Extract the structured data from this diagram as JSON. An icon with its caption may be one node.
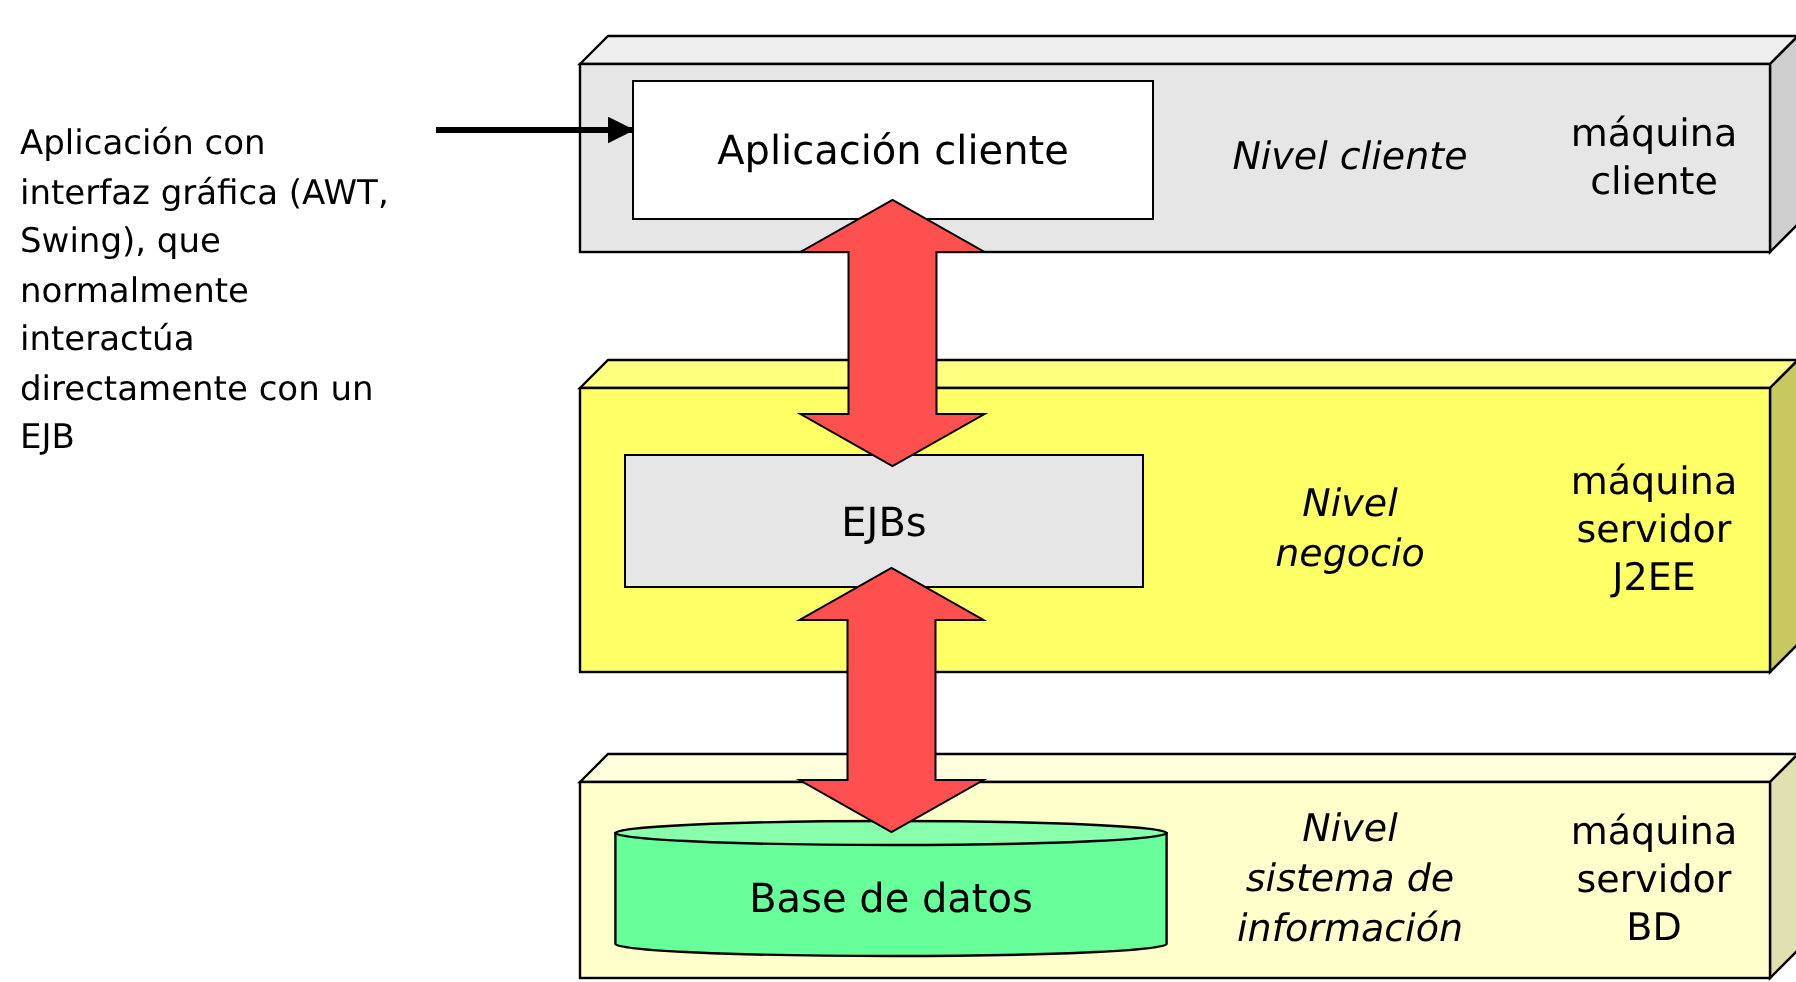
{
  "diagram": {
    "nodes": [
      {
        "text": [
          "Aplicación con interfaz gráfica (AWT, Swing), que normalmente interactúa directamente con un EJB"
        ]
      },
      {
        "text": [
          "Nivel cliente",
          "máquina cliente"
        ]
      },
      {
        "text": [
          "Aplicación cliente"
        ],
        "in": 1
      },
      {
        "text": [
          "Nivel negocio",
          "máquina servidor J2EE"
        ]
      },
      {
        "text": [
          "EJBs"
        ],
        "in": 3
      },
      {
        "text": [
          "Nivel sistema de información",
          "máquina servidor BD"
        ]
      },
      {
        "text": [
          "Base de datos"
        ],
        "in": 5
      }
    ],
    "edges": [
      {
        "from": 0,
        "to": 2,
        "arrow": "to"
      },
      {
        "from": 2,
        "to": 4,
        "arrow": "both",
        "style": "thick",
        "color": "#ff5050"
      },
      {
        "from": 4,
        "to": 6,
        "arrow": "both",
        "style": "thick",
        "color": "#ff5050"
      }
    ]
  }
}
